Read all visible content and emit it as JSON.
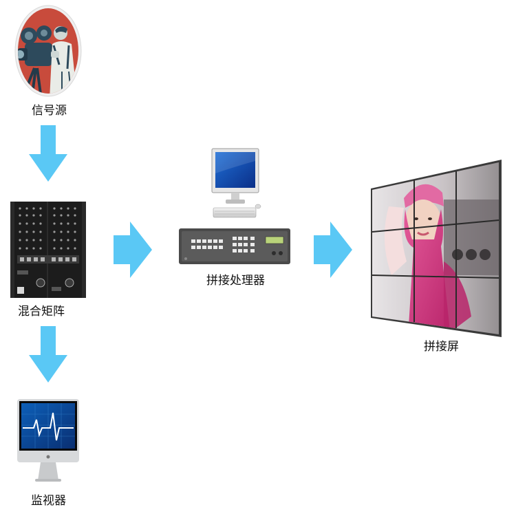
{
  "nodes": {
    "source": {
      "label": "信号源",
      "icon": "video-camera-operator-icon"
    },
    "matrix": {
      "label": "混合矩阵",
      "icon": "matrix-switcher-icon"
    },
    "monitor": {
      "label": "监视器",
      "icon": "imac-monitor-icon"
    },
    "processor": {
      "label": "拼接处理器",
      "icon": "splice-processor-icon"
    },
    "video_wall": {
      "label": "拼接屏",
      "icon": "video-wall-icon"
    }
  },
  "edges": [
    {
      "from": "source",
      "to": "matrix",
      "direction": "down"
    },
    {
      "from": "matrix",
      "to": "monitor",
      "direction": "down"
    },
    {
      "from": "matrix",
      "to": "processor",
      "direction": "right"
    },
    {
      "from": "processor",
      "to": "video_wall",
      "direction": "right"
    }
  ],
  "colors": {
    "arrow": "#5ac8f5",
    "background": "#ffffff"
  }
}
